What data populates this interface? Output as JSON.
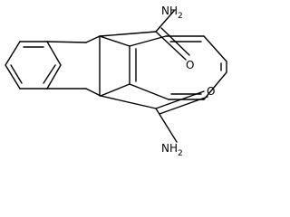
{
  "labels": {
    "nh2_top": "NH",
    "nh2_top_sub": "2",
    "nh2_bottom": "NH",
    "nh2_bottom_sub": "2",
    "o_top": "O",
    "o_bottom": "O"
  }
}
